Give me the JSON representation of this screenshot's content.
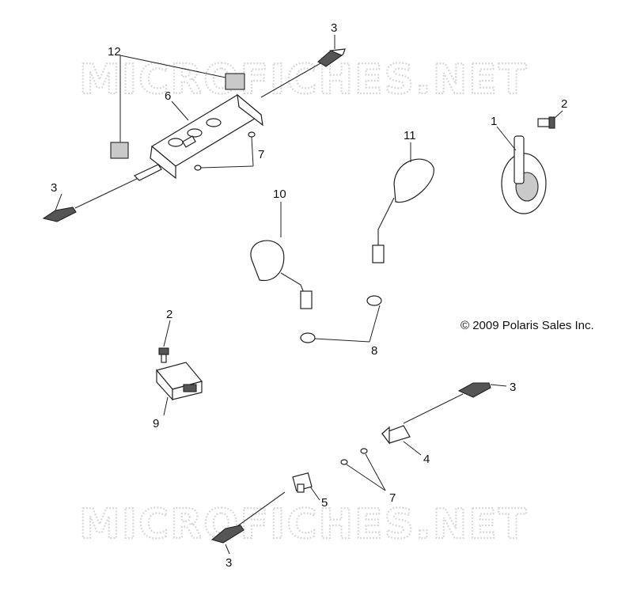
{
  "watermark": "MICROFICHES.NET",
  "copyright": "© 2009 Polaris Sales Inc.",
  "callouts": {
    "c1": "1",
    "c2a": "2",
    "c2b": "2",
    "c3a": "3",
    "c3b": "3",
    "c3c": "3",
    "c3d": "3",
    "c4": "4",
    "c5": "5",
    "c6": "6",
    "c7a": "7",
    "c7b": "7",
    "c8": "8",
    "c9": "9",
    "c10": "10",
    "c11": "11",
    "c12": "12"
  }
}
